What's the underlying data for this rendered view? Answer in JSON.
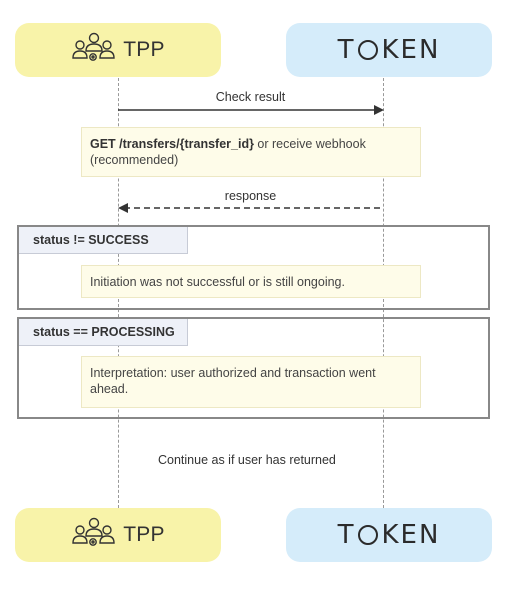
{
  "participants": {
    "tpp": {
      "label": "TPP",
      "icon": "users-gear-icon",
      "color": "#f8f3a9"
    },
    "token": {
      "label": "TOKEN",
      "color": "#d5ecfa"
    }
  },
  "messages": [
    {
      "label": "Check result",
      "from": "TPP",
      "to": "TOKEN",
      "style": "solid"
    },
    {
      "label": "response",
      "from": "TOKEN",
      "to": "TPP",
      "style": "dashed"
    }
  ],
  "notes": {
    "request": {
      "bold": "GET /transfers/{transfer_id}",
      "rest": " or receive webhook (recommended)"
    },
    "not_success": "Initiation was not successful or is still ongoing.",
    "processing": "Interpretation: user authorized and transaction went ahead."
  },
  "frames": {
    "not_success": {
      "label": "status != SUCCESS"
    },
    "processing": {
      "label": "status == PROCESSING"
    }
  },
  "footer": {
    "text": "Continue as if user has returned"
  },
  "colors": {
    "note_bg": "#fefce9",
    "frame_border": "#888888",
    "frame_tag_bg": "#eef1f8"
  }
}
